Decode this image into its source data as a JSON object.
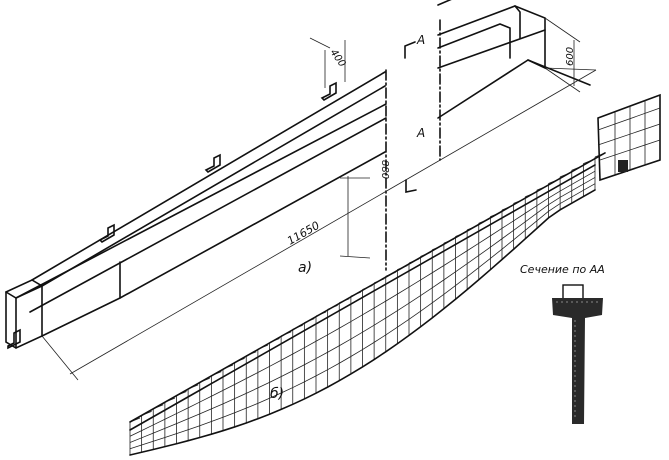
{
  "figure_a": {
    "label": "а)",
    "dimensions": {
      "length": "11650",
      "end_height": "600",
      "mid_height": "880",
      "flange_width": "400"
    },
    "section_marks": [
      "A",
      "A"
    ]
  },
  "figure_b": {
    "label": "б)"
  },
  "section": {
    "title": "Сечение по АА"
  }
}
